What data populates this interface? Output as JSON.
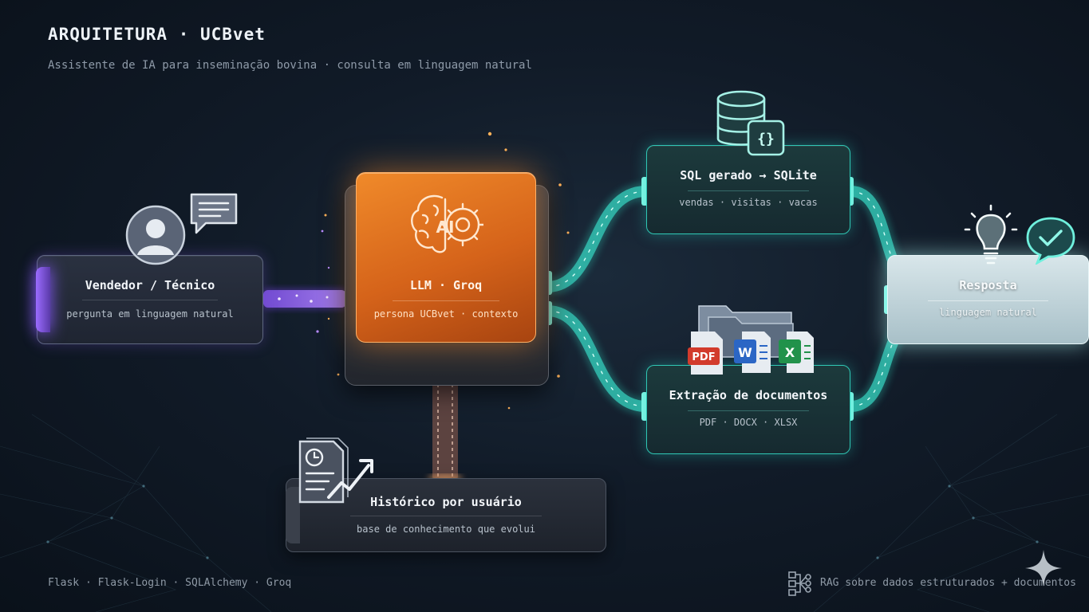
{
  "header": {
    "title": "ARQUITETURA · UCBvet",
    "subtitle": "Assistente de IA para inseminação bovina · consulta em linguagem natural"
  },
  "nodes": {
    "vendedor": {
      "title": "Vendedor / Técnico",
      "subtitle": "pergunta em linguagem natural"
    },
    "llm": {
      "title": "LLM · Groq",
      "subtitle": "persona UCBvet · contexto",
      "icon_label": "AI"
    },
    "historico": {
      "title": "Histórico por usuário",
      "subtitle": "base de conhecimento que evolui"
    },
    "sql": {
      "title": "SQL gerado → SQLite",
      "subtitle": "vendas · visitas · vacas"
    },
    "extracao": {
      "title": "Extração de documentos",
      "subtitle": "PDF · DOCX · XLSX",
      "file_icons": [
        "PDF",
        "W",
        "X"
      ]
    },
    "resposta": {
      "title": "Resposta",
      "subtitle": "linguagem natural"
    }
  },
  "footer": {
    "stack": "Flask · Flask-Login · SQLAlchemy · Groq",
    "rag": "RAG sobre dados estruturados + documentos"
  },
  "colors": {
    "accent_orange": "#e8741f",
    "accent_teal": "#2fc7b5",
    "accent_purple": "#9b6cff"
  },
  "icons": [
    "user-avatar-icon",
    "chat-bubble-icon",
    "ai-brain-icon",
    "database-icon",
    "code-braces-icon",
    "folder-icon",
    "lightbulb-icon",
    "check-bubble-icon",
    "report-chart-icon",
    "network-icon",
    "sparkle-icon"
  ]
}
